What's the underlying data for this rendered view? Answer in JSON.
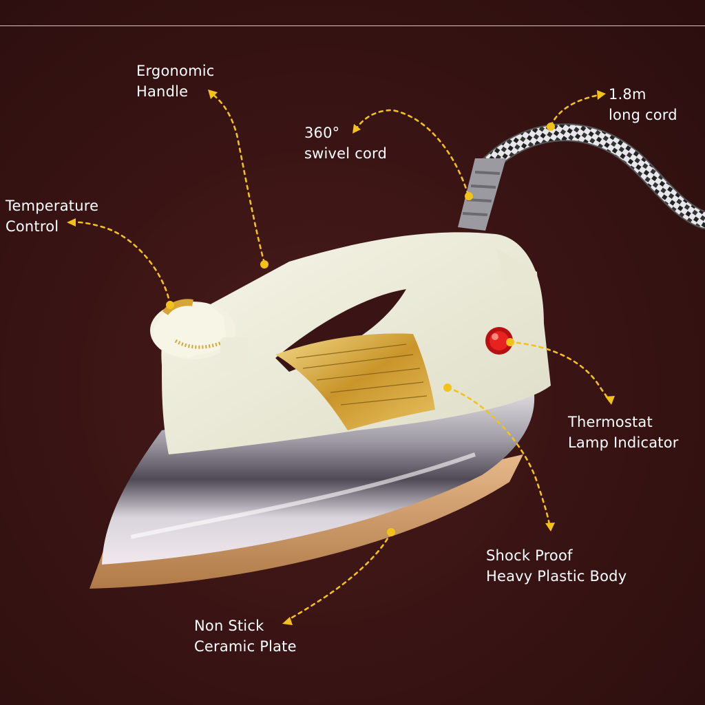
{
  "features": {
    "handle": {
      "line1": "Ergonomic",
      "line2": "Handle"
    },
    "swivel": {
      "line1": "360°",
      "line2": "swivel cord"
    },
    "cord": {
      "line1": "1.8m",
      "line2": "long cord"
    },
    "temperature": {
      "line1": "Temperature",
      "line2": "Control"
    },
    "thermostat": {
      "line1": "Thermostat",
      "line2": "Lamp Indicator"
    },
    "body": {
      "line1": "Shock Proof",
      "line2": "Heavy Plastic Body"
    },
    "plate": {
      "line1": "Non Stick",
      "line2": "Ceramic Plate"
    }
  },
  "colors": {
    "background": "#3a1414",
    "accent": "#f2c21b",
    "text": "#ffffff"
  }
}
